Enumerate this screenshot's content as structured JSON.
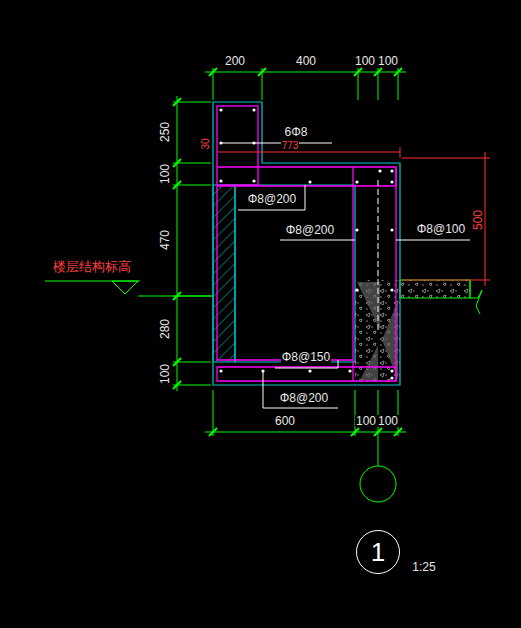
{
  "diagram": {
    "nodes": [
      {
        "text": [
          "1"
        ]
      }
    ],
    "labels": [
      "200",
      "400",
      "100",
      "100",
      "250",
      "100",
      "470",
      "280",
      "100",
      "30",
      "6Φ8",
      "773",
      "Φ8@200",
      "Φ8@200",
      "Φ8@100",
      "500",
      "楼层结构标高",
      "Φ8@150",
      "Φ8@200",
      "600",
      "100",
      "100",
      "1:25"
    ]
  }
}
